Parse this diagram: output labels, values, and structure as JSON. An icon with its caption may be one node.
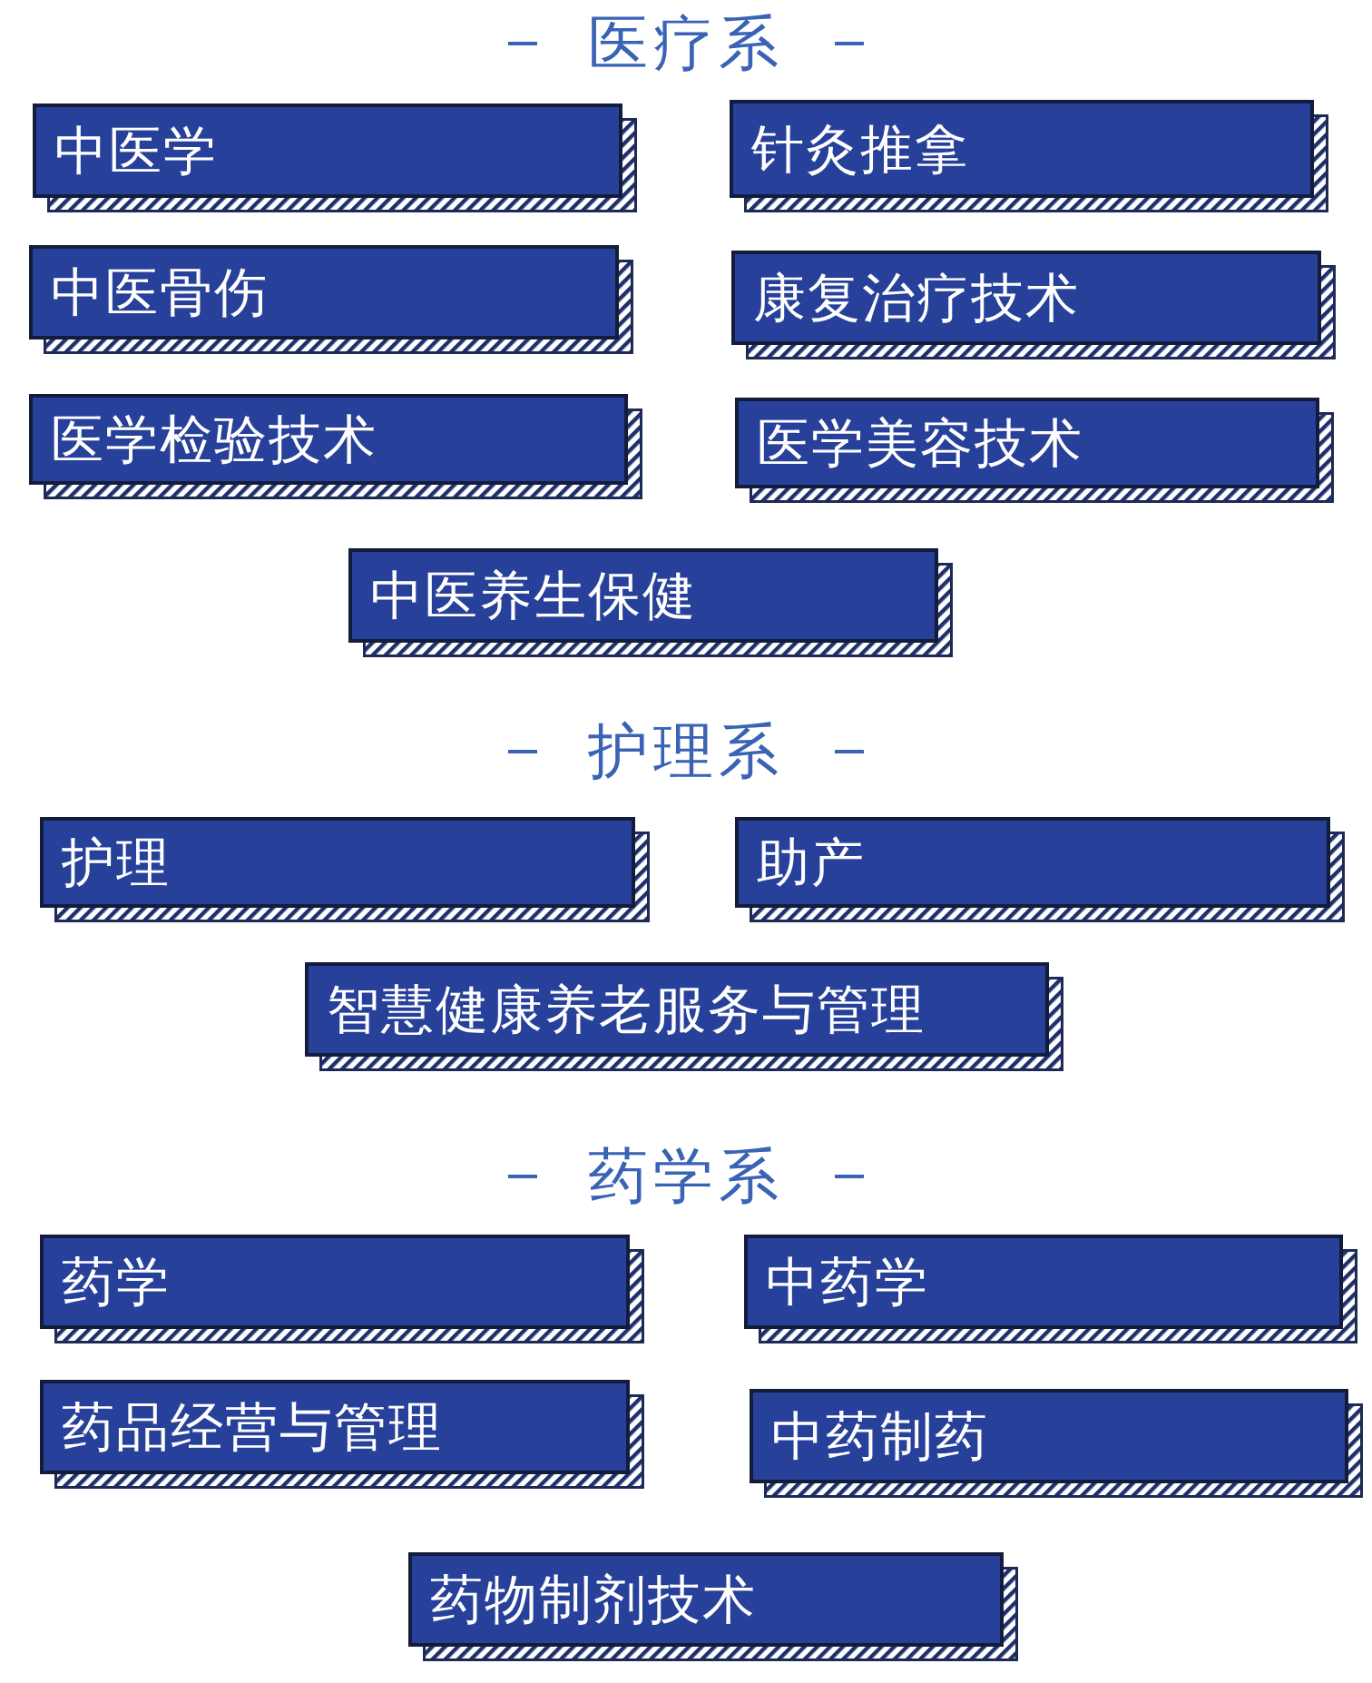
{
  "diagram": {
    "nodes": [
      {
        "text": [
          "中医学"
        ]
      },
      {
        "text": [
          "针灸推拿"
        ]
      },
      {
        "text": [
          "中医骨伤"
        ]
      },
      {
        "text": [
          "康复治疗技术"
        ]
      },
      {
        "text": [
          "医学检验技术"
        ]
      },
      {
        "text": [
          "医学美容技术"
        ]
      },
      {
        "text": [
          "中医养生保健"
        ]
      },
      {
        "text": [
          "护理"
        ]
      },
      {
        "text": [
          "助产"
        ]
      },
      {
        "text": [
          "智慧健康养老服务与管理"
        ]
      },
      {
        "text": [
          "药学"
        ]
      },
      {
        "text": [
          "中药学"
        ]
      },
      {
        "text": [
          "药品经营与管理"
        ]
      },
      {
        "text": [
          "中药制药"
        ]
      },
      {
        "text": [
          "药物制剂技术"
        ]
      }
    ],
    "labels": [
      "医疗系",
      "护理系",
      "药学系"
    ]
  }
}
